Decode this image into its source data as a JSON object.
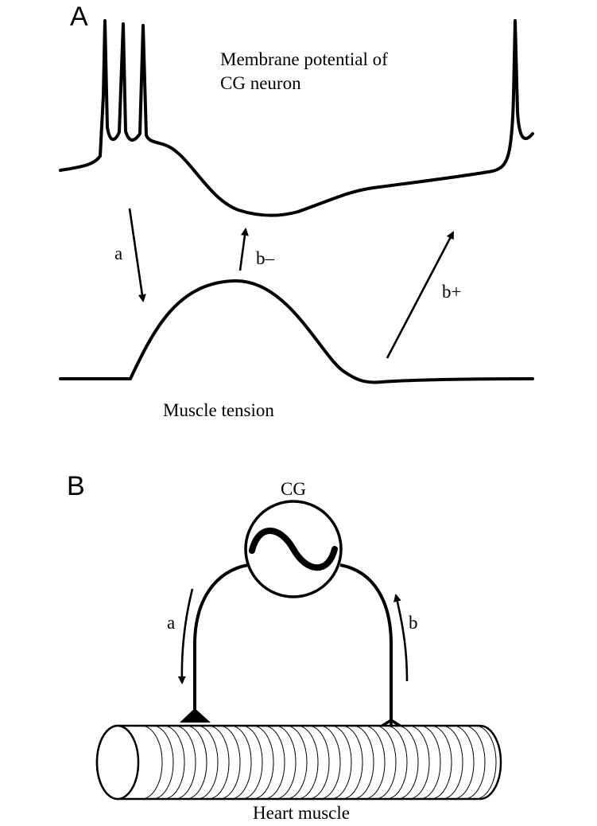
{
  "panel_a": {
    "letter": "A",
    "membrane_label_line1": "Membrane potential of",
    "membrane_label_line2": "CG neuron",
    "tension_label": "Muscle tension",
    "arrow_a_label": "a",
    "arrow_b_minus_label": "b–",
    "arrow_b_plus_label": "b+"
  },
  "panel_b": {
    "letter": "B",
    "cg_label": "CG",
    "arrow_a_label": "a",
    "arrow_b_label": "b",
    "muscle_label": "Heart muscle"
  }
}
